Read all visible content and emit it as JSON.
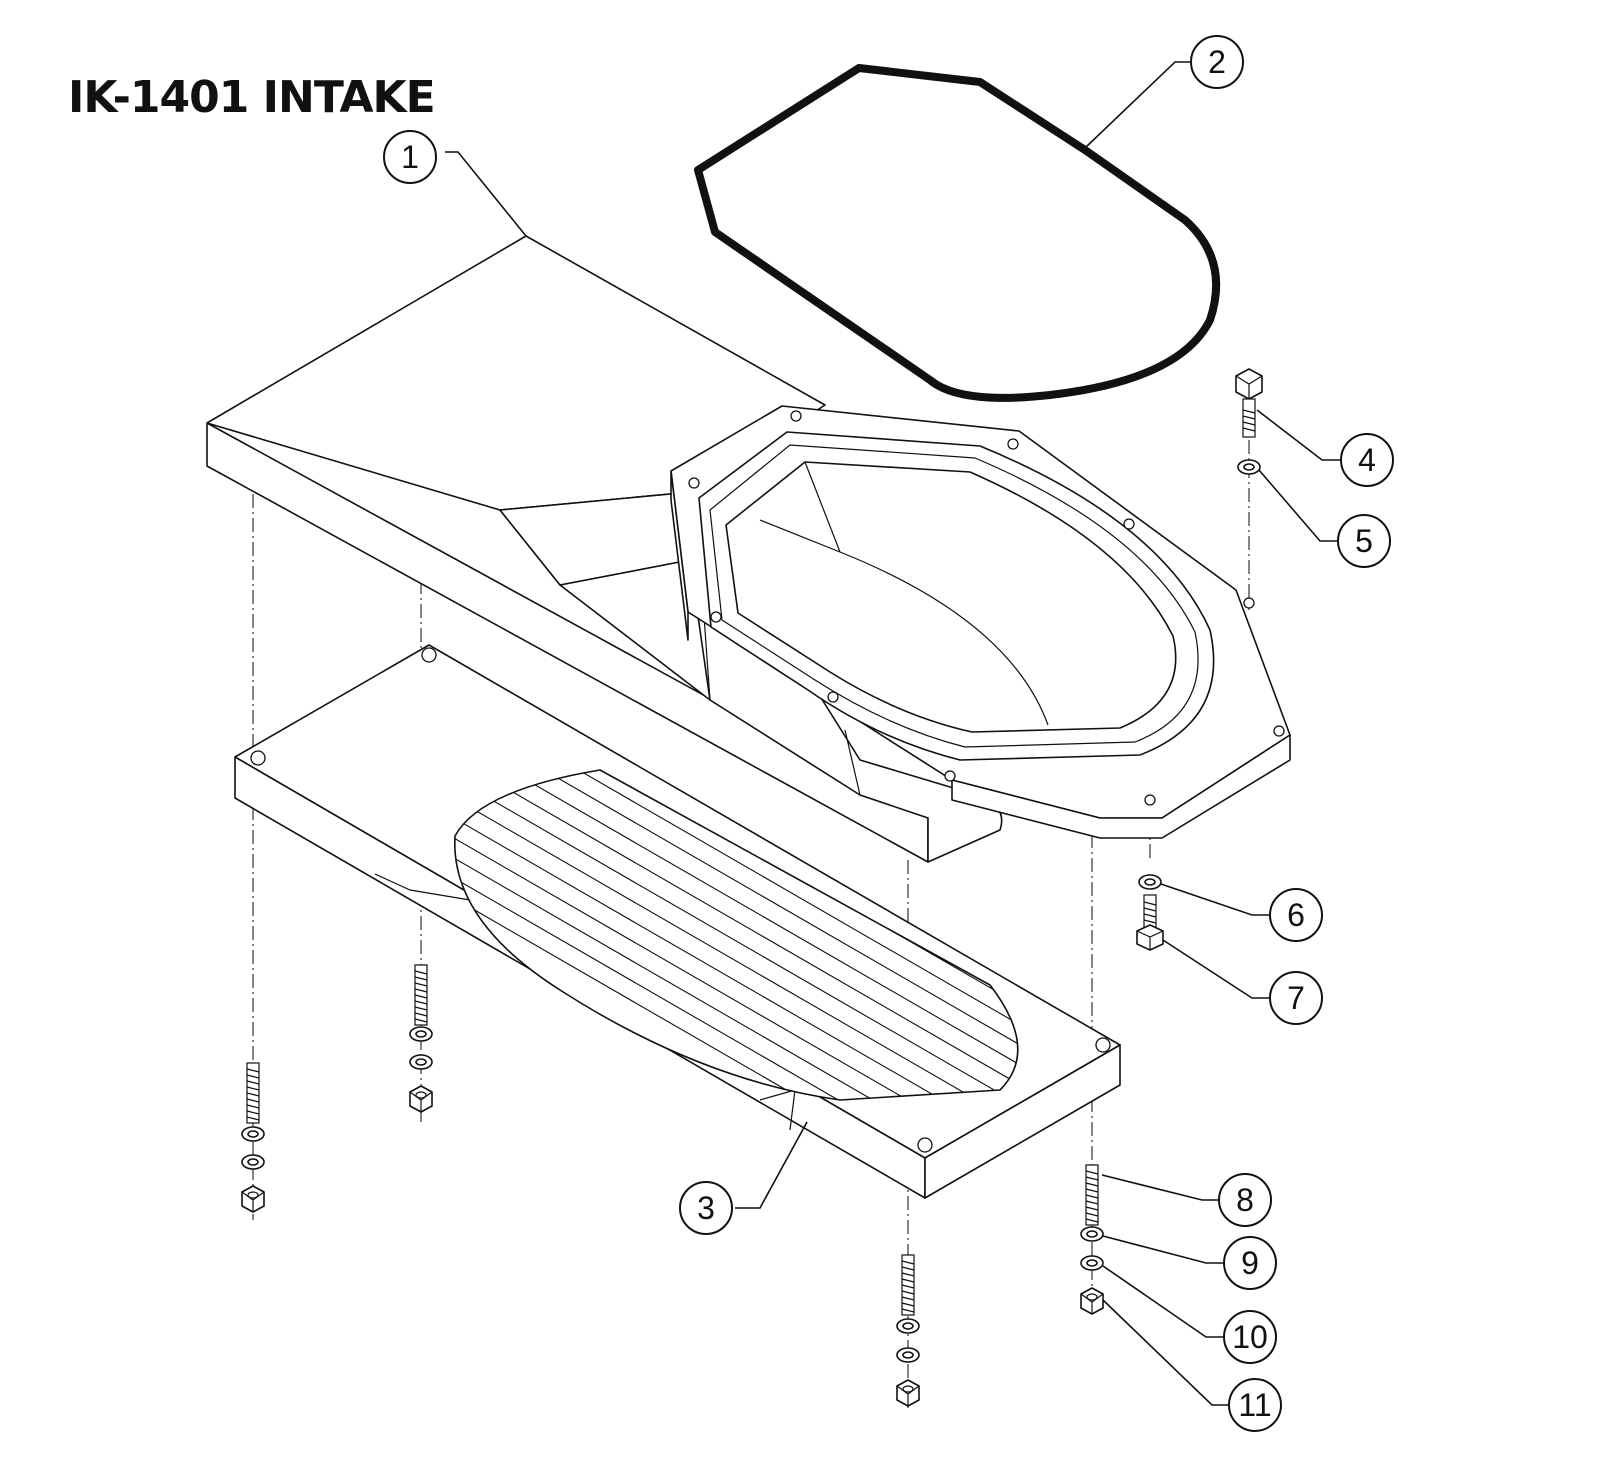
{
  "title": "IK-1401 INTAKE",
  "callouts": [
    {
      "id": "callout-1",
      "label": "1"
    },
    {
      "id": "callout-2",
      "label": "2"
    },
    {
      "id": "callout-3",
      "label": "3"
    },
    {
      "id": "callout-4",
      "label": "4"
    },
    {
      "id": "callout-5",
      "label": "5"
    },
    {
      "id": "callout-6",
      "label": "6"
    },
    {
      "id": "callout-7",
      "label": "7"
    },
    {
      "id": "callout-8",
      "label": "8"
    },
    {
      "id": "callout-9",
      "label": "9"
    },
    {
      "id": "callout-10",
      "label": "10"
    },
    {
      "id": "callout-11",
      "label": "11"
    }
  ]
}
